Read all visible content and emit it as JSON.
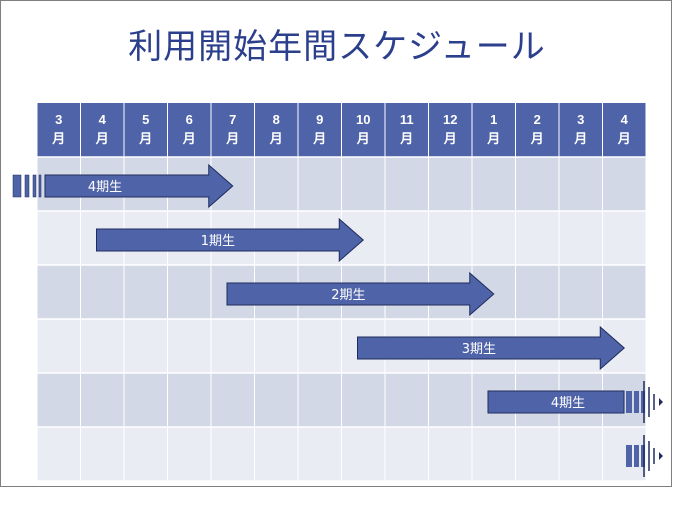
{
  "title": "利用開始年間スケジュール",
  "months": [
    "3",
    "4",
    "5",
    "6",
    "7",
    "8",
    "9",
    "10",
    "11",
    "12",
    "1",
    "2",
    "3",
    "4"
  ],
  "month_unit": "月",
  "bars": [
    {
      "label": "4期生",
      "start": 0,
      "end": 4.5,
      "continues_left": true,
      "continues_right": false
    },
    {
      "label": "1期生",
      "start": 1,
      "end": 7.5,
      "continues_left": false,
      "continues_right": false
    },
    {
      "label": "2期生",
      "start": 4,
      "end": 10.5,
      "continues_left": false,
      "continues_right": false
    },
    {
      "label": "3期生",
      "start": 7,
      "end": 13.5,
      "continues_left": false,
      "continues_right": false
    },
    {
      "label": "4期生",
      "start": 10,
      "end": 14,
      "continues_left": false,
      "continues_right": true
    },
    {
      "label": "",
      "start": 13.15,
      "end": 14,
      "continues_left": false,
      "continues_right": true
    }
  ],
  "colors": {
    "header": "#4f63a8",
    "row_dark": "#d3d8e6",
    "row_light": "#eaecf3",
    "bar_fill": "#4f63a8",
    "bar_stroke": "#1f2c5c",
    "title": "#2b3f8c"
  }
}
